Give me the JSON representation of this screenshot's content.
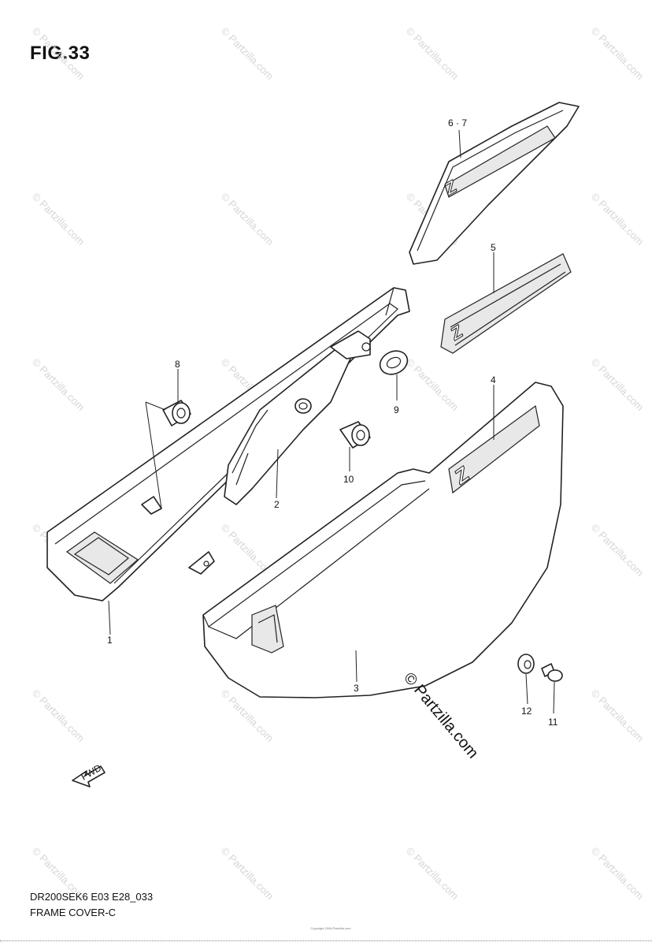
{
  "figure": {
    "title": "FIG.33",
    "model_code": "DR200SEK6 E03 E28_033",
    "section_name": "FRAME COVER-C"
  },
  "callouts": [
    {
      "id": "1",
      "label": "1"
    },
    {
      "id": "2",
      "label": "2"
    },
    {
      "id": "3",
      "label": "3"
    },
    {
      "id": "4",
      "label": "4"
    },
    {
      "id": "5",
      "label": "5"
    },
    {
      "id": "67",
      "label": "6 · 7"
    },
    {
      "id": "8",
      "label": "8"
    },
    {
      "id": "9",
      "label": "9"
    },
    {
      "id": "10",
      "label": "10"
    },
    {
      "id": "11",
      "label": "11"
    },
    {
      "id": "12",
      "label": "12"
    }
  ],
  "emblems": {
    "main_text": "Z"
  },
  "fwd_arrow_label": "FWD",
  "watermark": {
    "small_text": "© Partzilla.com",
    "large_text": "© Partzilla.com"
  },
  "copyright_line": "Copyright 2006 Partzilla.com"
}
